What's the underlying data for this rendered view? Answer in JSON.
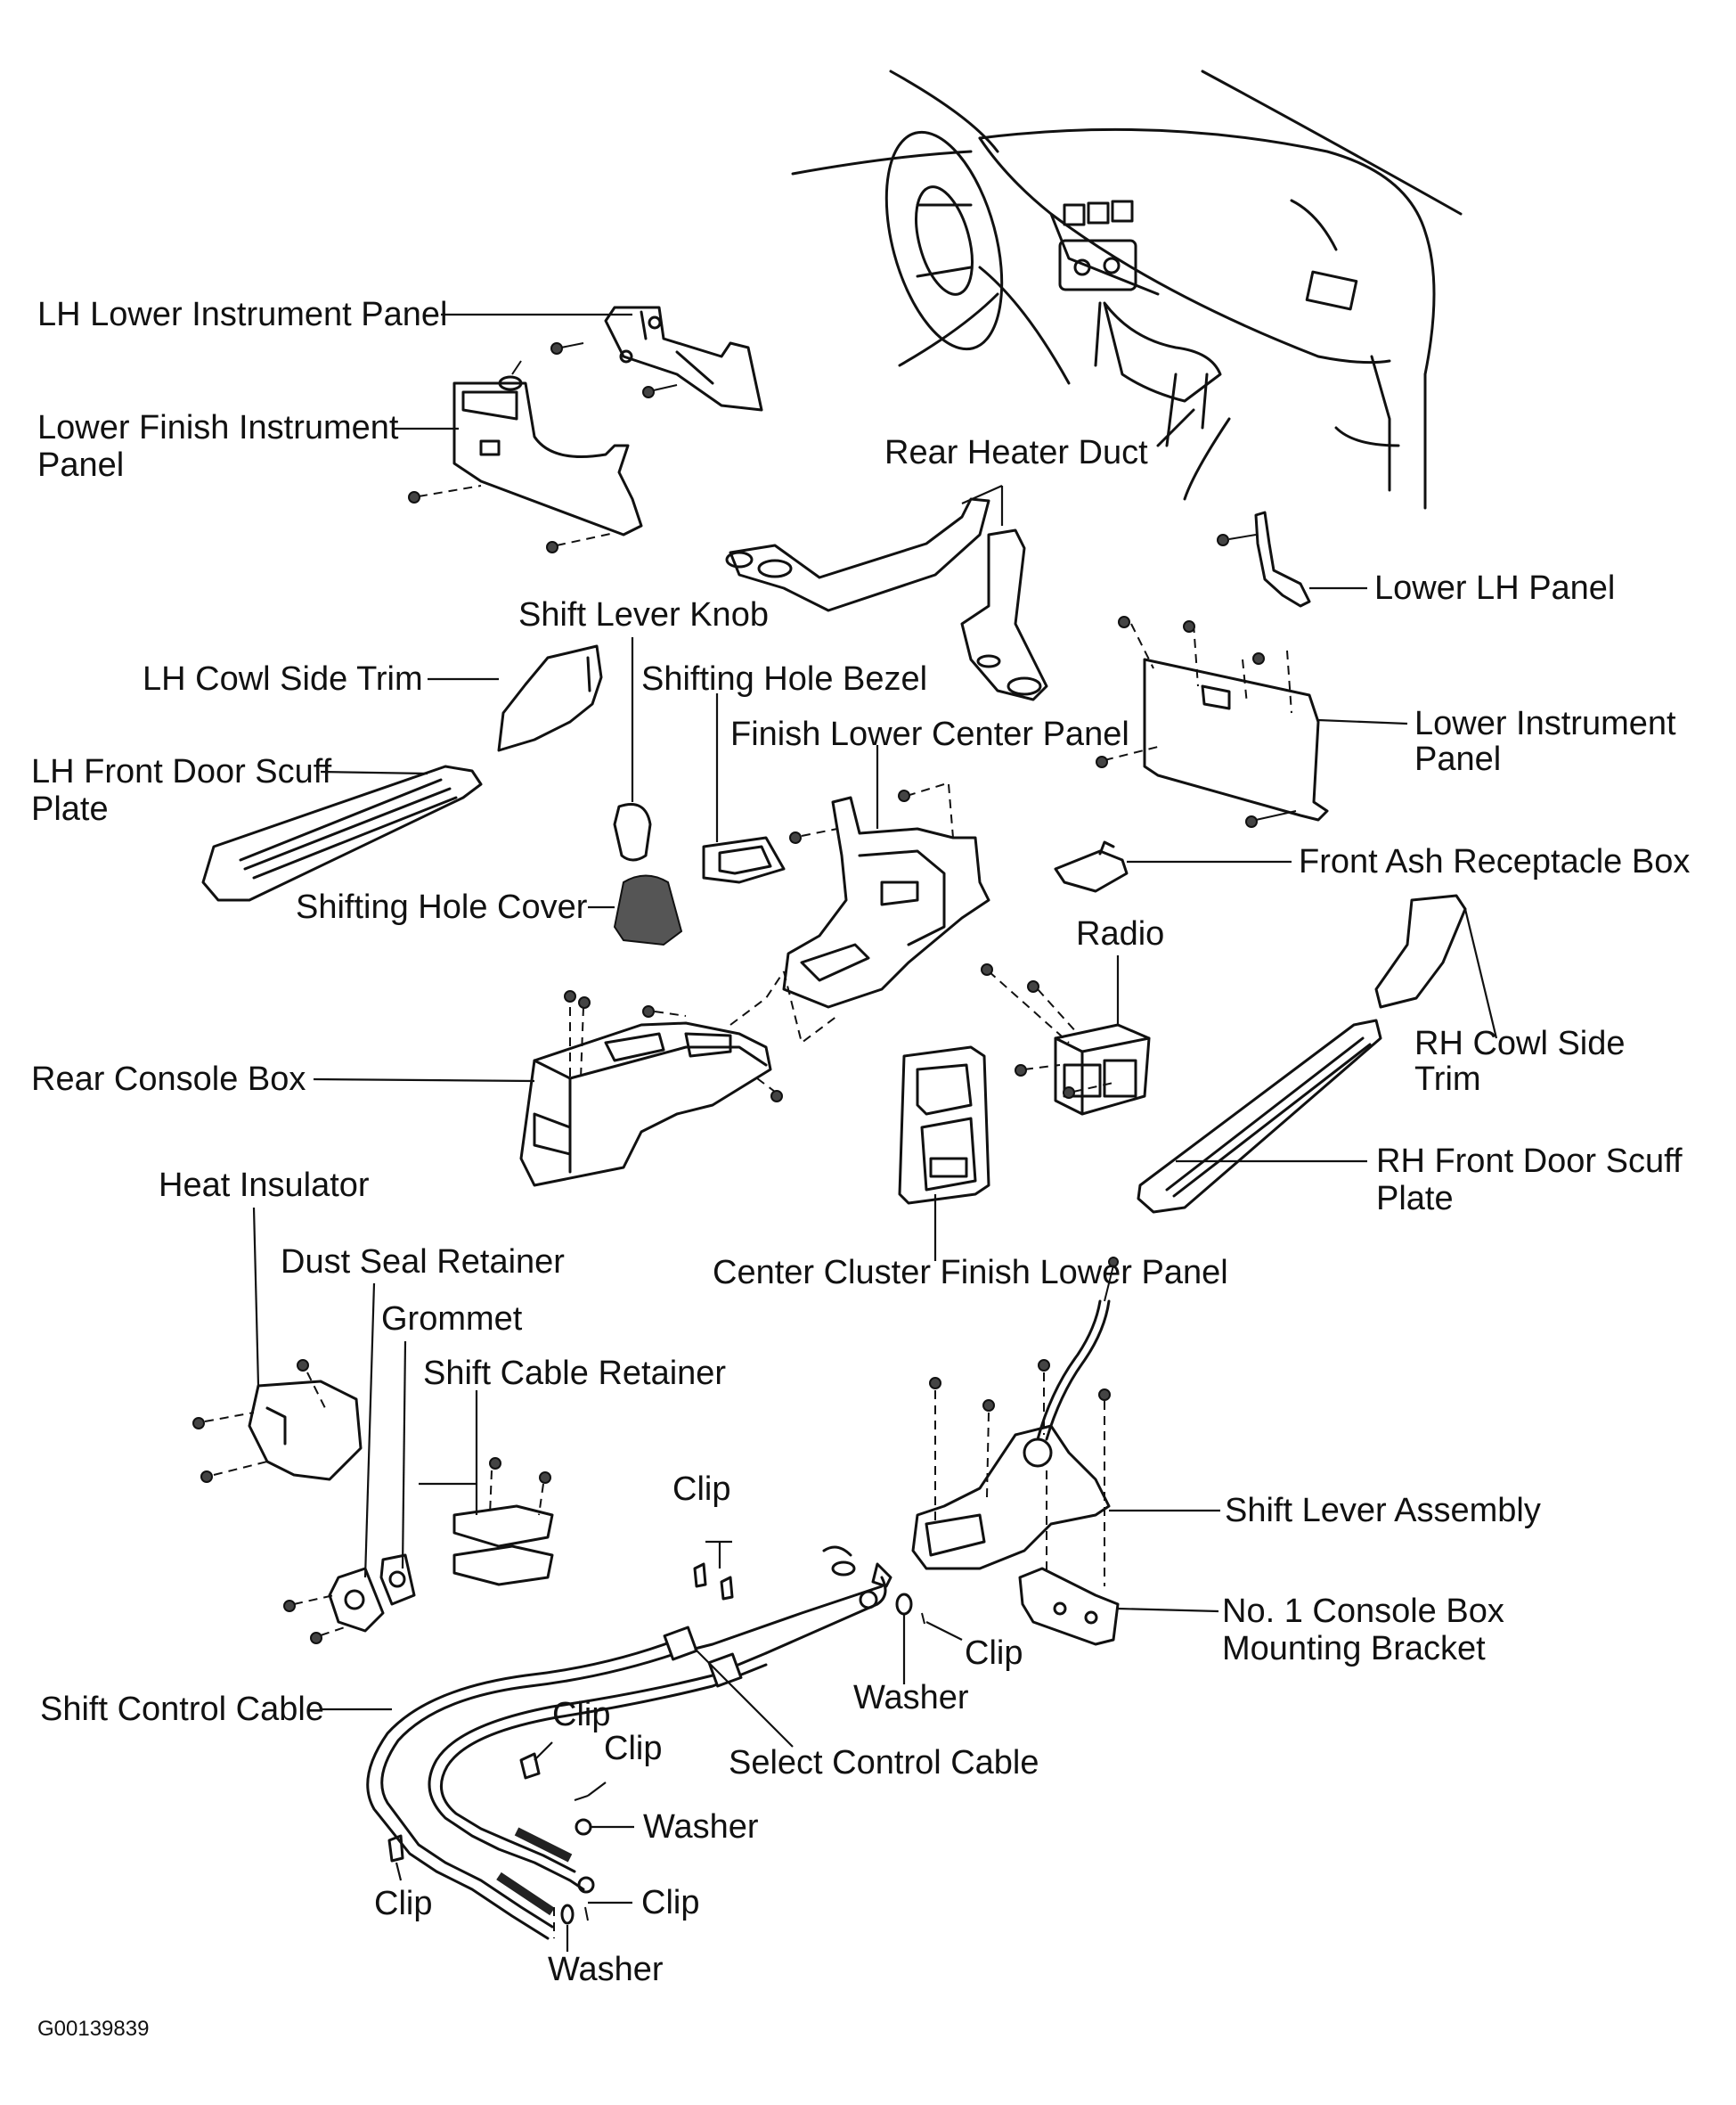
{
  "labels": {
    "lh_lower_instrument_panel": "LH Lower Instrument Panel",
    "lower_finish_instrument_panel_1": "Lower Finish Instrument",
    "lower_finish_instrument_panel_2": "Panel",
    "rear_heater_duct": "Rear Heater Duct",
    "lower_lh_panel": "Lower LH Panel",
    "shift_lever_knob": "Shift Lever Knob",
    "lh_cowl_side_trim": "LH Cowl Side Trim",
    "shifting_hole_bezel": "Shifting Hole Bezel",
    "finish_lower_center_panel": "Finish Lower Center Panel",
    "lower_instrument_panel_1": "Lower Instrument",
    "lower_instrument_panel_2": "Panel",
    "lh_front_door_scuff_plate_1": "LH Front Door Scuff",
    "lh_front_door_scuff_plate_2": "Plate",
    "front_ash_receptacle_box": "Front Ash Receptacle Box",
    "shifting_hole_cover": "Shifting Hole Cover",
    "radio": "Radio",
    "rh_cowl_side_trim_1": "RH Cowl Side",
    "rh_cowl_side_trim_2": "Trim",
    "rear_console_box": "Rear Console Box",
    "rh_front_door_scuff_plate_1": "RH Front Door Scuff",
    "rh_front_door_scuff_plate_2": "Plate",
    "heat_insulator": "Heat Insulator",
    "dust_seal_retainer": "Dust Seal Retainer",
    "center_cluster_finish_lower_panel": "Center Cluster Finish Lower Panel",
    "grommet": "Grommet",
    "shift_cable_retainer": "Shift Cable Retainer",
    "clip_top": "Clip",
    "shift_lever_assembly": "Shift Lever Assembly",
    "no1_console_box_mounting_bracket_1": "No. 1 Console Box",
    "no1_console_box_mounting_bracket_2": "Mounting Bracket",
    "clip_right": "Clip",
    "washer_right": "Washer",
    "shift_control_cable": "Shift Control Cable",
    "clip_mid_a": "Clip",
    "clip_mid_b": "Clip",
    "select_control_cable": "Select Control Cable",
    "washer_mid": "Washer",
    "clip_bottom_left": "Clip",
    "clip_bottom_right": "Clip",
    "washer_bottom": "Washer"
  },
  "figure_id": "G00139839"
}
